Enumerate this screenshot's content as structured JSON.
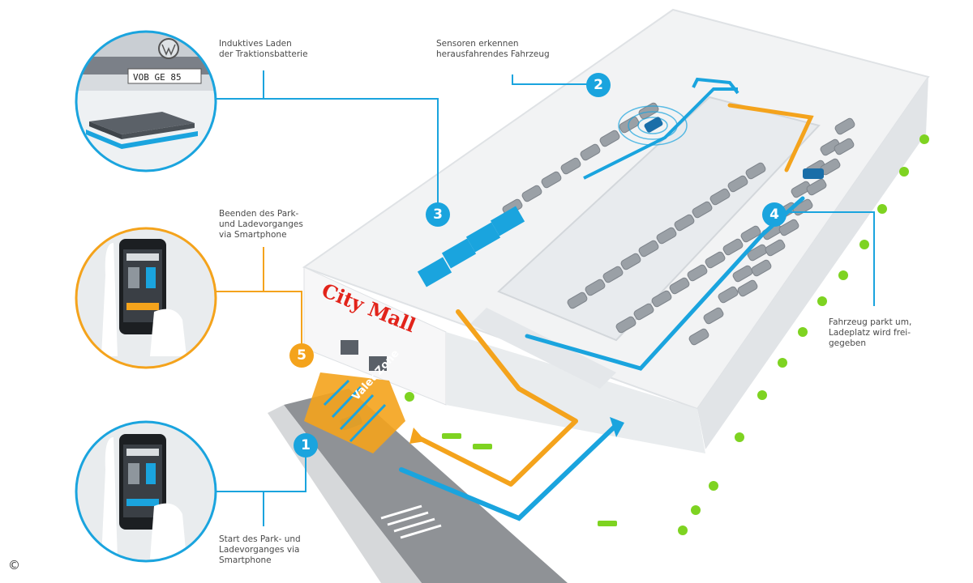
{
  "colors": {
    "blue": "#1aa4de",
    "orange": "#f4a31c",
    "green": "#7ed321",
    "red": "#e2231a",
    "building": "#f2f3f4",
    "car": "#9aa0a6"
  },
  "captions": {
    "inductive": "Induktives Laden\nder Traktionsbatterie",
    "sensors": "Sensoren erkennen\nherausfahrendes Fahrzeug",
    "finish": "Beenden des Park-\nund Ladevorganges\nvia Smartphone",
    "repark": "Fahrzeug parkt um,\nLadeplatz wird frei-\ngegeben",
    "start": "Start des Park- und\nLadevorganges via\nSmartphone"
  },
  "steps": [
    "1",
    "2",
    "3",
    "4",
    "5"
  ],
  "building": {
    "name": "City Mall",
    "zone": "Valet Zone"
  },
  "license_plate": "VOB GE 85",
  "copyright": "©",
  "icons": {
    "car": "car-icon",
    "phone": "smartphone-icon",
    "battery": "battery-icon",
    "tree": "tree-icon",
    "brand": "vw-logo"
  }
}
